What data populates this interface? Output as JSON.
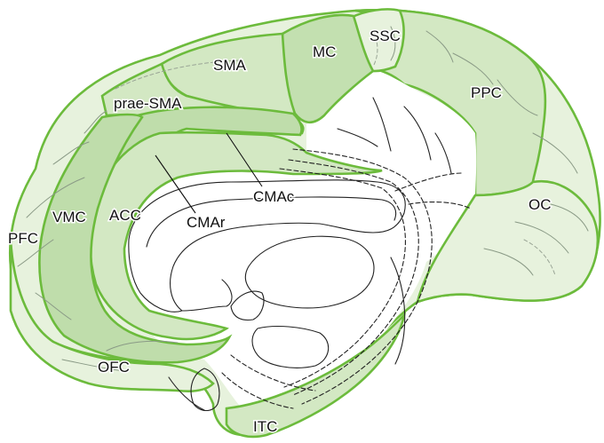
{
  "colors": {
    "outline": "#6cbb3c",
    "light_fill": "#e7f2dd",
    "mid_fill": "#d3e8c3",
    "dark_fill": "#bfddab",
    "line": "#222222"
  },
  "regions": [
    {
      "id": "ssc",
      "label": "SSC"
    },
    {
      "id": "mc",
      "label": "MC"
    },
    {
      "id": "sma",
      "label": "SMA"
    },
    {
      "id": "ppc",
      "label": "PPC"
    },
    {
      "id": "prae-sma",
      "label": "prae-SMA"
    },
    {
      "id": "cmac",
      "label": "CMAc"
    },
    {
      "id": "cmar",
      "label": "CMAr"
    },
    {
      "id": "acc",
      "label": "ACC"
    },
    {
      "id": "vmc",
      "label": "VMC"
    },
    {
      "id": "pfc",
      "label": "PFC"
    },
    {
      "id": "oc",
      "label": "OC"
    },
    {
      "id": "ofc",
      "label": "OFC"
    },
    {
      "id": "itc",
      "label": "ITC"
    }
  ]
}
